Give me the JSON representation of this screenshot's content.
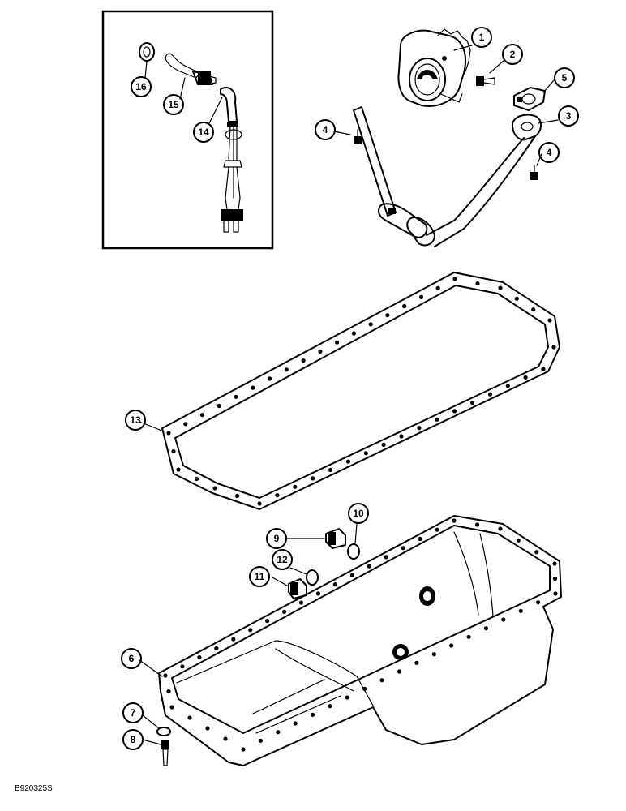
{
  "reference_code": "B920325S",
  "callouts": [
    {
      "id": "c1",
      "label": "1"
    },
    {
      "id": "c2",
      "label": "2"
    },
    {
      "id": "c3",
      "label": "3"
    },
    {
      "id": "c4a",
      "label": "4"
    },
    {
      "id": "c4b",
      "label": "4"
    },
    {
      "id": "c5",
      "label": "5"
    },
    {
      "id": "c6",
      "label": "6"
    },
    {
      "id": "c7",
      "label": "7"
    },
    {
      "id": "c8",
      "label": "8"
    },
    {
      "id": "c9",
      "label": "9"
    },
    {
      "id": "c10",
      "label": "10"
    },
    {
      "id": "c11",
      "label": "11"
    },
    {
      "id": "c12",
      "label": "12"
    },
    {
      "id": "c13",
      "label": "13"
    },
    {
      "id": "c14",
      "label": "14"
    },
    {
      "id": "c15",
      "label": "15"
    },
    {
      "id": "c16",
      "label": "16"
    }
  ]
}
